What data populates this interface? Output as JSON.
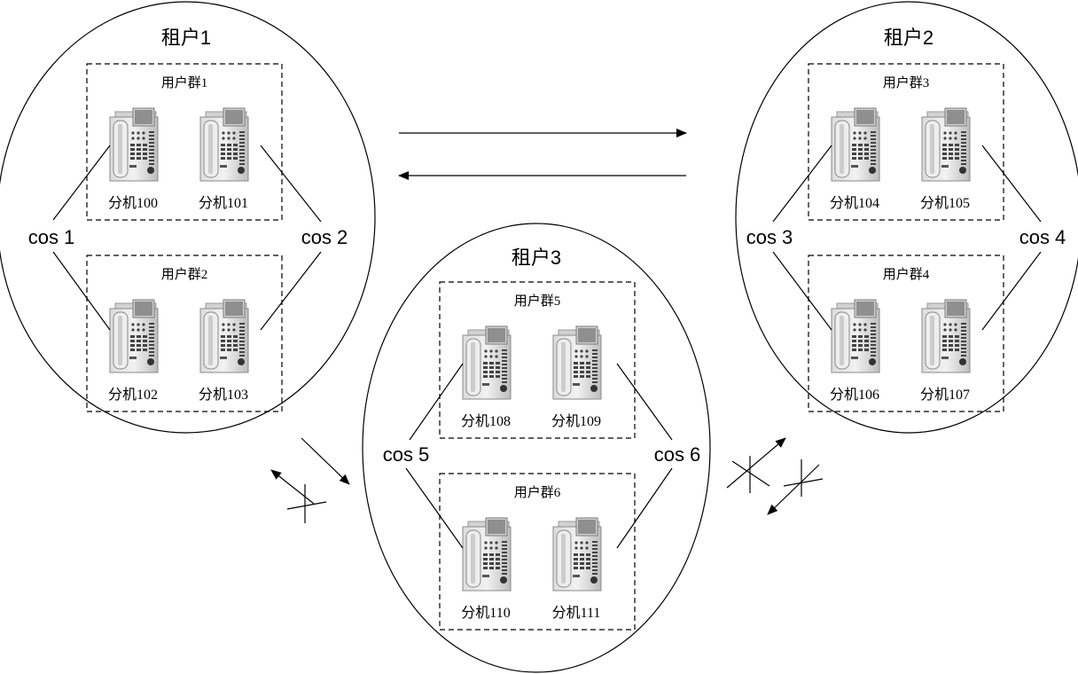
{
  "tenants": [
    {
      "title": "租户1",
      "groups": [
        {
          "label": "用户群1",
          "extensions": [
            "分机100",
            "分机101"
          ]
        },
        {
          "label": "用户群2",
          "extensions": [
            "分机102",
            "分机103"
          ]
        }
      ],
      "cos_left": "cos 1",
      "cos_right": "cos 2"
    },
    {
      "title": "租户2",
      "groups": [
        {
          "label": "用户群3",
          "extensions": [
            "分机104",
            "分机105"
          ]
        },
        {
          "label": "用户群4",
          "extensions": [
            "分机106",
            "分机107"
          ]
        }
      ],
      "cos_left": "cos 3",
      "cos_right": "cos 4"
    },
    {
      "title": "租户3",
      "groups": [
        {
          "label": "用户群5",
          "extensions": [
            "分机108",
            "分机109"
          ]
        },
        {
          "label": "用户群6",
          "extensions": [
            "分机110",
            "分机111"
          ]
        }
      ],
      "cos_left": "cos 5",
      "cos_right": "cos 6"
    }
  ],
  "icons": [
    "phone-icon",
    "arrow-icon",
    "blocked-icon"
  ]
}
